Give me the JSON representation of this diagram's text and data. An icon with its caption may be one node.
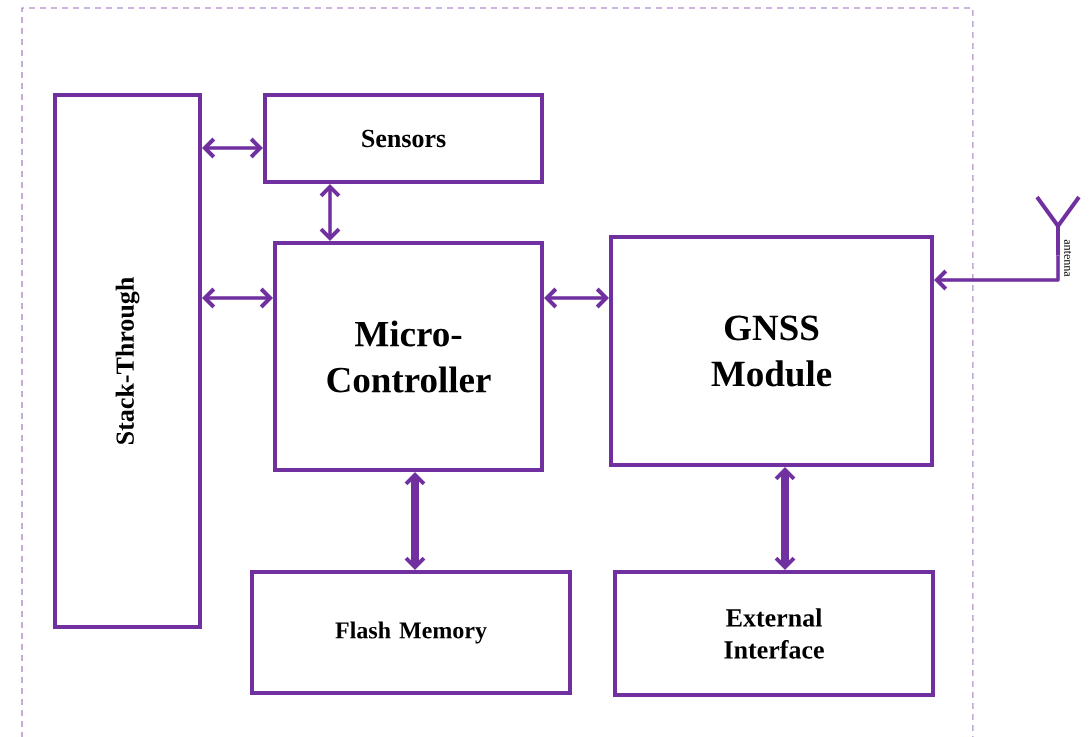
{
  "diagram": {
    "nodes": [
      {
        "text": [
          "Stack-Through"
        ]
      },
      {
        "text": [
          "Sensors"
        ]
      },
      {
        "text": [
          "Micro- Controller"
        ]
      },
      {
        "text": [
          "GNSS Module"
        ]
      },
      {
        "text": [
          "Flash Memory"
        ]
      },
      {
        "text": [
          "External Interface"
        ]
      },
      {
        "text": [],
        "shape": "antenna",
        "beside": [
          "antenna"
        ]
      }
    ],
    "edges": [
      {
        "from": 0,
        "to": 1,
        "arrow": "both"
      },
      {
        "from": 1,
        "to": 2,
        "arrow": "both"
      },
      {
        "from": 0,
        "to": 2,
        "arrow": "both"
      },
      {
        "from": 2,
        "to": 3,
        "arrow": "both"
      },
      {
        "from": 2,
        "to": 4,
        "arrow": "both",
        "style": "thick"
      },
      {
        "from": 3,
        "to": 5,
        "arrow": "both",
        "style": "thick"
      },
      {
        "from": 6,
        "to": 3,
        "arrow": "to"
      }
    ]
  }
}
